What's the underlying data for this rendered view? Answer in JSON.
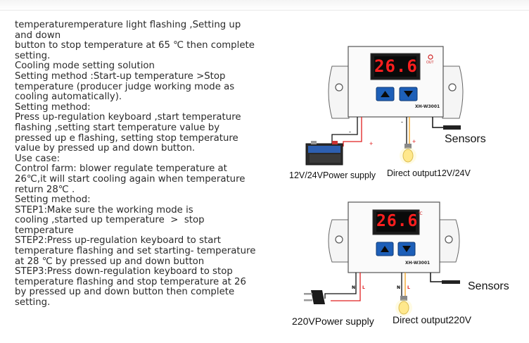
{
  "document": {
    "lines": [
      "temperaturemperature light flashing ,Setting up",
      "and down",
      "button to stop temperature at 65 ℃ then complete",
      "setting.",
      "Cooling mode setting solution",
      "Setting method :Start-up temperature >Stop",
      "temperature (producer judge working mode as",
      "cooling automatically).",
      "Setting method:",
      "Press up-regulation keyboard ,start temperature",
      "flashing ,setting start temperature value by",
      "pressed up e flashing, setting stop temperature",
      "value by pressed up and down button.",
      "Use case:",
      "Control farm: blower regulate temperature at",
      "26℃,it will start cooling again when temperature",
      "return 28℃ .",
      "Setting method:",
      "STEP1:Make sure the working mode is",
      "cooling ,started up temperature  >  stop",
      "temperature",
      "STEP2:Press up-regulation keyboard to start",
      "temperature flashing and set starting- temperature",
      "at 28 ℃ by pressed up and down button",
      "STEP3:Press down-regulation keyboard to stop",
      "temperature flashing and stop temperature at 26",
      "by pressed up and down button then complete",
      "setting."
    ]
  },
  "diagram_top": {
    "display_value": "26.6",
    "model": "XH-W3001",
    "out_label": "OUT",
    "sensors_label": "Sensors",
    "power_label": "12V/24VPower supply",
    "output_label": "Direct output12V/24V",
    "minus_sign": "-",
    "plus_sign": "+",
    "minus_sign_2": "-",
    "plus_sign_2": "+"
  },
  "diagram_bottom": {
    "display_value": "26.6",
    "model": "XH-W3001",
    "unit_mark": "℃",
    "sensors_label": "Sensors",
    "power_label": "220VPower supply",
    "output_label": "Direct output220V",
    "wire_n": "N",
    "wire_l": "L",
    "wire_n_2": "N",
    "wire_l_2": "L"
  },
  "colors": {
    "display_red": "#ff1f1f",
    "button_blue": "#1d5fb8",
    "wire_red": "#e02020",
    "wire_black": "#111111",
    "wire_orange": "#f0a020"
  }
}
